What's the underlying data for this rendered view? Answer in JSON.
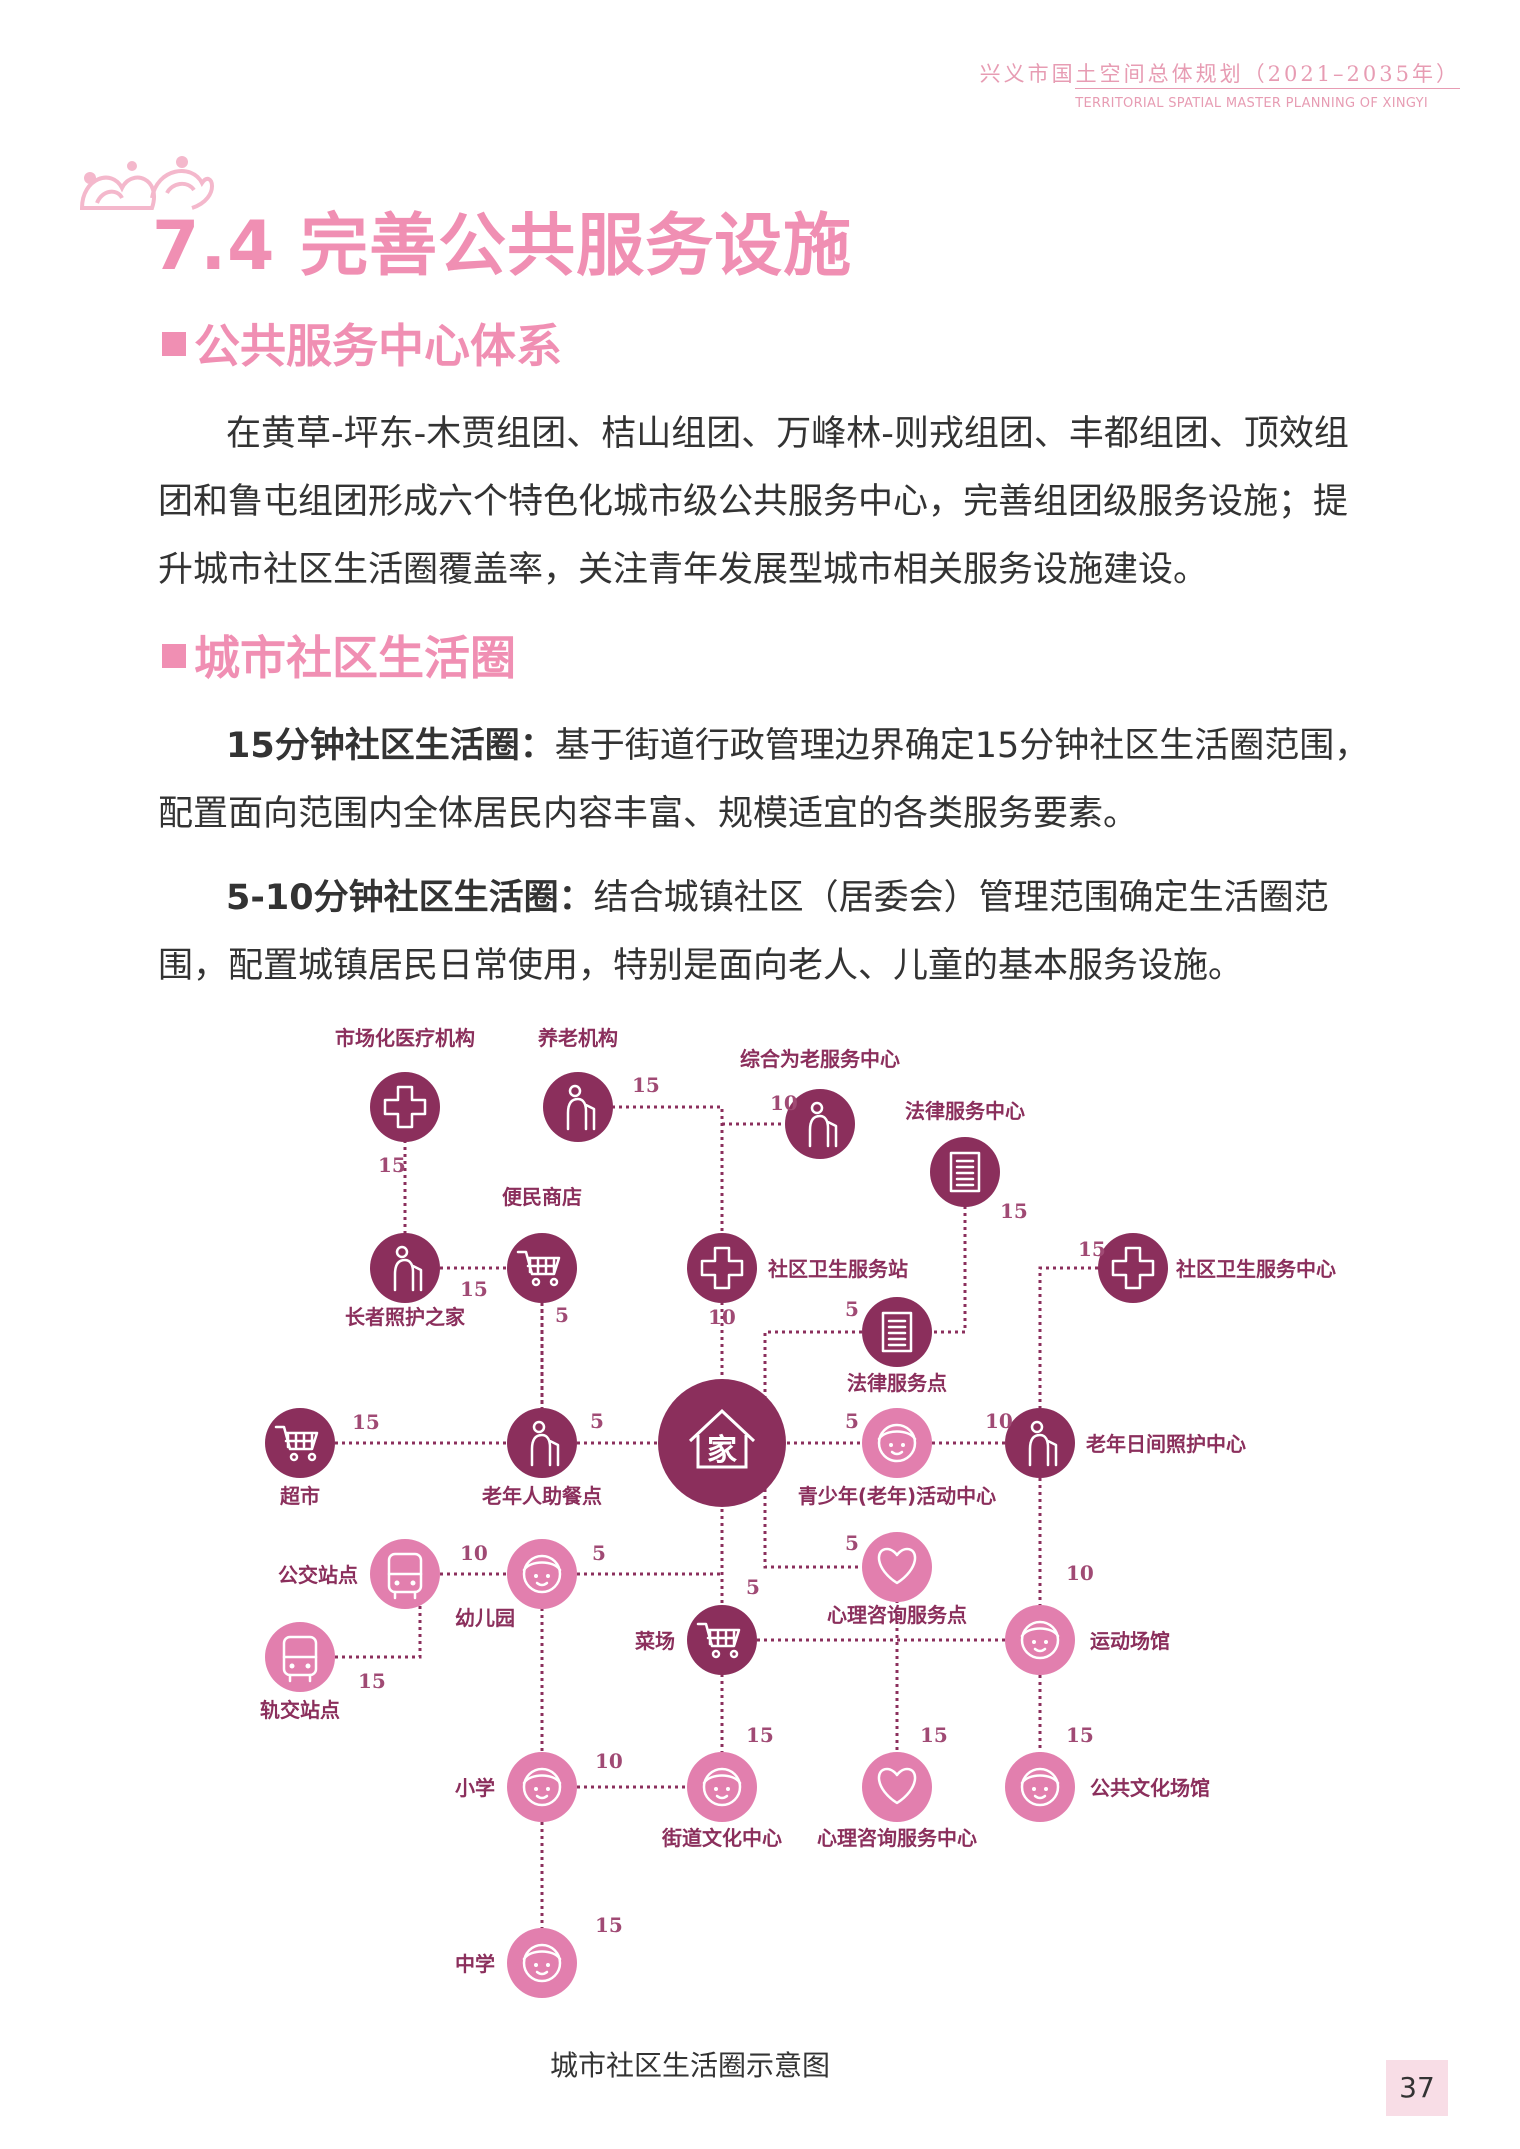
{
  "header": {
    "title_cn": "兴义市国土空间总体规划（2021–2035年）",
    "title_en": "TERRITORIAL SPATIAL MASTER PLANNING OF XINGYI"
  },
  "section": {
    "title": "7.4 完善公共服务设施"
  },
  "subsection1": {
    "title": "公共服务中心体系",
    "paragraph": "在黄草-坪东-木贾组团、桔山组团、万峰林-则戎组团、丰都组团、顶效组团和鲁屯组团形成六个特色化城市级公共服务中心，完善组团级服务设施；提升城市社区生活圈覆盖率，关注青年发展型城市相关服务设施建设。"
  },
  "subsection2": {
    "title": "城市社区生活圈",
    "p1_bold": "15分钟社区生活圈：",
    "p1_text": "基于街道行政管理边界确定15分钟社区生活圈范围，配置面向范围内全体居民内容丰富、规模适宜的各类服务要素。",
    "p2_bold": "5-10分钟社区生活圈：",
    "p2_text": "结合城镇社区（居委会）管理范围确定生活圈范围，配置城镇居民日常使用，特别是面向老人、儿童的基本服务设施。"
  },
  "diagram": {
    "center_label": "家",
    "colors": {
      "dark": "#8b2f5c",
      "light": "#e27fae",
      "line": "#8b2f5c"
    },
    "nodes": [
      {
        "id": "yiliao",
        "label": "市场化医疗机构",
        "icon": "cross-icon"
      },
      {
        "id": "yanglao",
        "label": "养老机构",
        "icon": "elder-icon"
      },
      {
        "id": "zonghe",
        "label": "综合为老服务中心",
        "icon": "elder-icon"
      },
      {
        "id": "falv_c",
        "label": "法律服务中心",
        "icon": "document-icon"
      },
      {
        "id": "bianmin",
        "label": "便民商店",
        "icon": "cart-icon"
      },
      {
        "id": "zhangzhe",
        "label": "长者照护之家",
        "icon": "elder-icon"
      },
      {
        "id": "weisheng_z",
        "label": "社区卫生服务站",
        "icon": "cross-icon"
      },
      {
        "id": "weisheng_c",
        "label": "社区卫生服务中心",
        "icon": "cross-icon"
      },
      {
        "id": "falv_d",
        "label": "法律服务点",
        "icon": "document-icon"
      },
      {
        "id": "chaoshi",
        "label": "超市",
        "icon": "cart-icon"
      },
      {
        "id": "zhucan",
        "label": "老年人助餐点",
        "icon": "elder-icon"
      },
      {
        "id": "qingshao",
        "label": "青少年(老年)活动中心",
        "icon": "child-icon"
      },
      {
        "id": "rijian",
        "label": "老年日间照护中心",
        "icon": "elder-icon"
      },
      {
        "id": "gongjiao",
        "label": "公交站点",
        "icon": "bus-icon"
      },
      {
        "id": "youer",
        "label": "幼儿园",
        "icon": "child-icon"
      },
      {
        "id": "guijiao",
        "label": "轨交站点",
        "icon": "bus-icon"
      },
      {
        "id": "xinli_d",
        "label": "心理咨询服务点",
        "icon": "heart-icon"
      },
      {
        "id": "caichang",
        "label": "菜场",
        "icon": "cart-icon"
      },
      {
        "id": "yundong",
        "label": "运动场馆",
        "icon": "child-icon"
      },
      {
        "id": "xiaoxue",
        "label": "小学",
        "icon": "child-icon"
      },
      {
        "id": "jiedao",
        "label": "街道文化中心",
        "icon": "child-icon"
      },
      {
        "id": "xinli_c",
        "label": "心理咨询服务中心",
        "icon": "heart-icon"
      },
      {
        "id": "gonggong",
        "label": "公共文化场馆",
        "icon": "child-icon"
      },
      {
        "id": "zhongxue",
        "label": "中学",
        "icon": "child-icon"
      }
    ],
    "distances": {
      "yiliao": "15",
      "yanglao": "15",
      "zonghe": "10",
      "falv_c": "15",
      "zhangzhe": "15",
      "bianmin": "5",
      "weisheng_z": "10",
      "weisheng_c": "15",
      "falv_d": "5",
      "chaoshi": "15",
      "zhucan": "5",
      "qingshao": "5",
      "rijian": "10",
      "gongjiao": "10",
      "youer": "5",
      "guijiao": "15",
      "xinli_d": "5",
      "caichang": "5",
      "yundong": "10",
      "xiaoxue": "10",
      "jiedao": "15",
      "xinli_c": "15",
      "gonggong": "15",
      "zhongxue": "15"
    }
  },
  "caption": "城市社区生活圈示意图",
  "page_number": "37"
}
